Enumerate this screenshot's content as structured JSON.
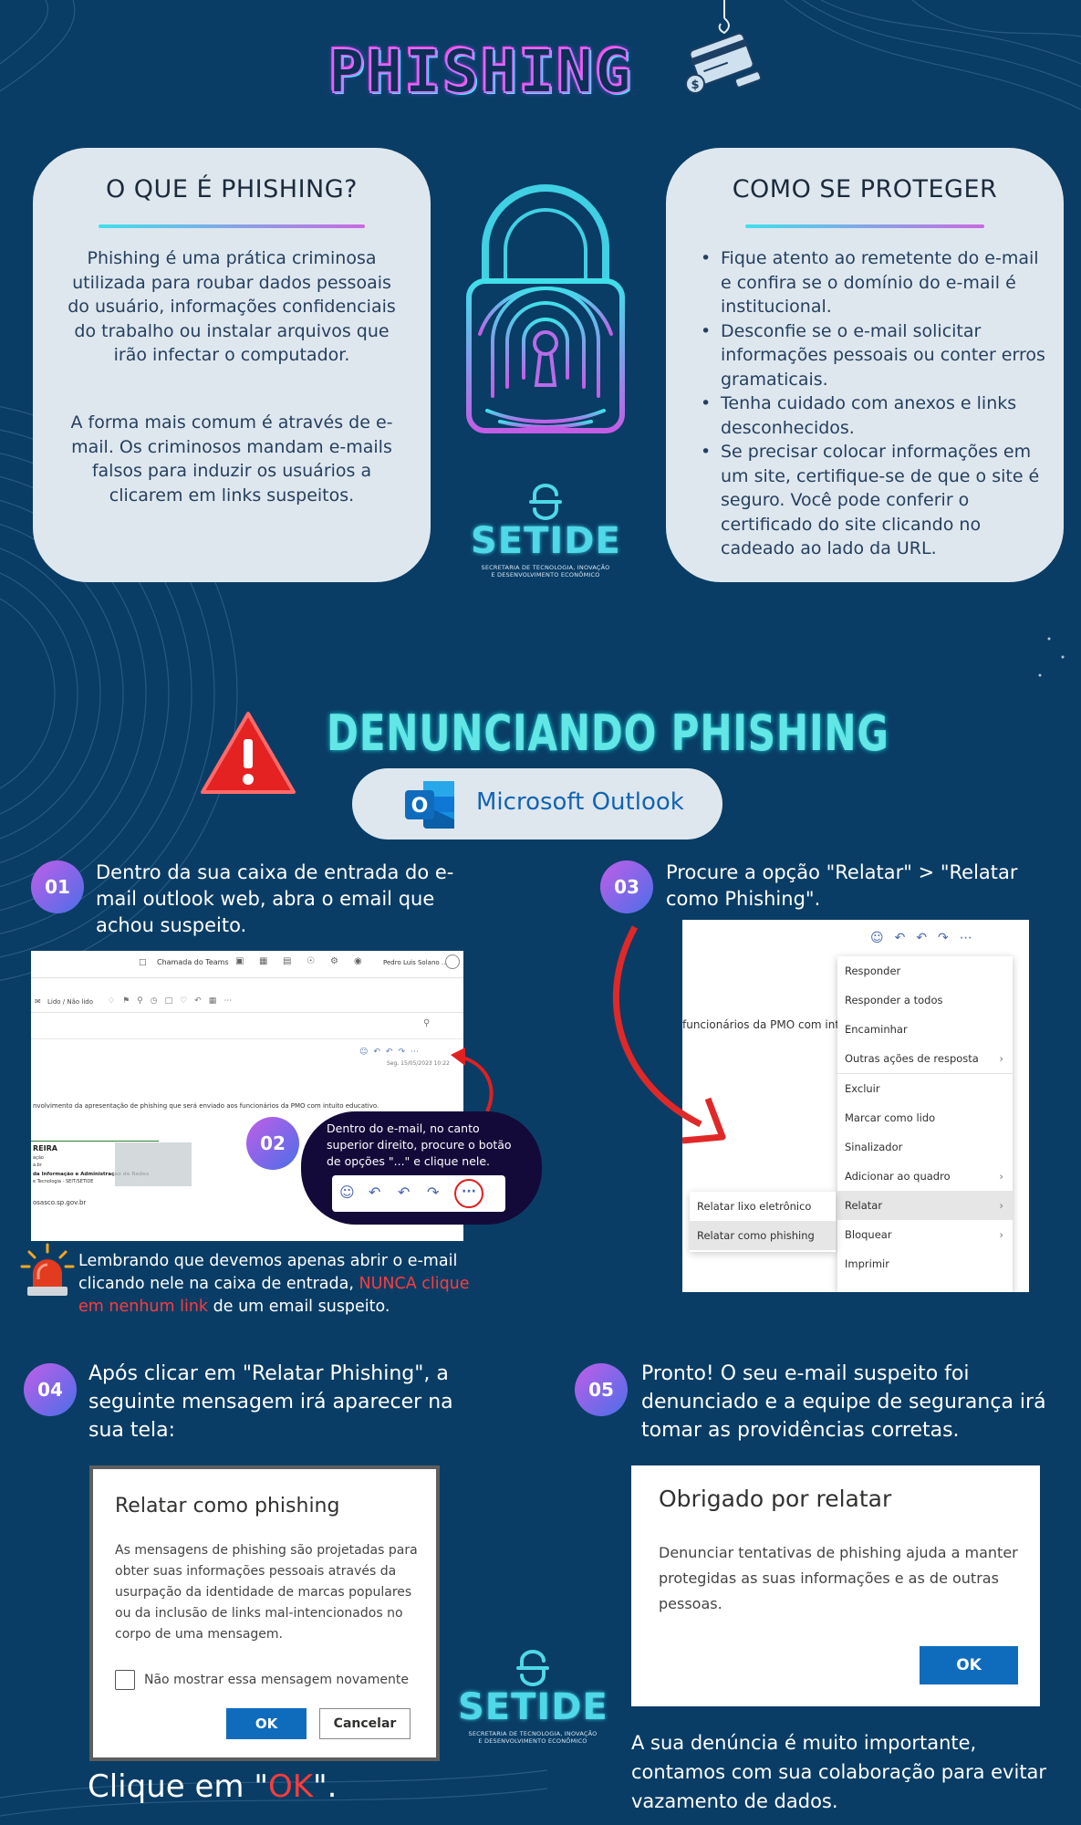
{
  "title": "PHISHING",
  "colors": {
    "background": "#093d66",
    "card": "#dfe7ee",
    "accent_cyan": "#3fe0ea",
    "accent_magenta": "#c86ae0",
    "warning_red": "#ff3b3b",
    "outlook_blue": "#0f6cbd"
  },
  "what_is": {
    "heading": "O QUE É PHISHING?",
    "paragraph1": "Phishing é uma prática criminosa utilizada para roubar dados pessoais do usuário, informações confidenciais do trabalho ou instalar arquivos que irão infectar o computador.",
    "paragraph2": "A forma mais comum é através de e-mail. Os criminosos mandam e-mails falsos para induzir os usuários a clicarem em links suspeitos."
  },
  "protect": {
    "heading": "COMO SE PROTEGER",
    "items": [
      "Fique atento ao remetente do e-mail e confira se o domínio do e-mail é institucional.",
      "Desconfie se o e-mail solicitar informações pessoais ou conter erros gramaticais.",
      "Tenha cuidado com anexos e links desconhecidos.",
      "Se precisar colocar informações em um site, certifique-se de que o site é seguro. Você pode conferir o certificado do site clicando no cadeado ao lado da URL."
    ]
  },
  "logo": {
    "name": "SETIDE",
    "subtitle_line1": "SECRETARIA DE TECNOLOGIA, INOVAÇÃO",
    "subtitle_line2": "E DESENVOLVIMENTO ECONÔMICO"
  },
  "report": {
    "heading": "DENUNCIANDO PHISHING",
    "app_label": "Microsoft Outlook",
    "app_icon_letter": "O"
  },
  "steps": {
    "s1": {
      "num": "01",
      "text": "Dentro da sua caixa de entrada do e-mail outlook web, abra o email que achou suspeito."
    },
    "s2": {
      "num": "02",
      "text": "Dentro do e-mail, no canto superior direito, procure o botão de opções \"...\" e clique nele."
    },
    "s3": {
      "num": "03",
      "text": "Procure a opção \"Relatar\" > \"Relatar como Phishing\"."
    },
    "s4": {
      "num": "04",
      "text": "Após clicar em \"Relatar Phishing\", a seguinte mensagem irá aparecer na sua tela:"
    },
    "s5": {
      "num": "05",
      "text": "Pronto! O seu e-mail suspeito foi denunciado e a equipe de segurança irá tomar as providências corretas."
    }
  },
  "warning": {
    "part1": "Lembrando que devemos apenas abrir o e-mail clicando nele na caixa de entrada, ",
    "highlight": "NUNCA clique em nenhum link",
    "part2": " de um email suspeito."
  },
  "inbox_screen": {
    "teams_call": "Chamada do Teams",
    "user": "Pedro Luis Solano ...",
    "toolbar_read": "Lido / Não lido",
    "date": "Seg, 15/05/2023 10:22",
    "body_line": "nvolvimento da apresentação de phishing que será enviado aos funcionários da PMO com intuito educativo.",
    "sig_name": "REIRA",
    "sig_line1": "ação",
    "sig_line2": "a.br",
    "sig_line3": "da Informação e Administração de Redes",
    "sig_line4": "e Tecnologia - SEIT/SETIDE",
    "sig_line5": "osasco.sp.gov.br"
  },
  "menu_screen": {
    "preview_text": "funcionários da PMO com intu",
    "items": [
      "Responder",
      "Responder a todos",
      "Encaminhar",
      "Outras ações de resposta",
      "Excluir",
      "Marcar como lido",
      "Sinalizador",
      "Adicionar ao quadro",
      "Relatar",
      "Bloquear",
      "Imprimir"
    ],
    "submenu": [
      "Relatar lixo eletrônico",
      "Relatar como phishing"
    ]
  },
  "dialog_report": {
    "title": "Relatar como phishing",
    "body": "As mensagens de phishing são projetadas para obter suas informações pessoais através da usurpação da identidade de marcas populares ou da inclusão de links mal-intencionados no corpo de uma mensagem.",
    "checkbox": "Não mostrar essa mensagem novamente",
    "ok": "OK",
    "cancel": "Cancelar"
  },
  "click_ok": {
    "prefix": "Clique em \"",
    "word": "OK",
    "suffix": "\"."
  },
  "dialog_thanks": {
    "title": "Obrigado por relatar",
    "body": "Denunciar tentativas de phishing ajuda a manter protegidas as suas informações e as de outras pessoas.",
    "ok": "OK"
  },
  "closing": "A sua denúncia é muito importante, contamos com sua colaboração para evitar vazamento de dados."
}
